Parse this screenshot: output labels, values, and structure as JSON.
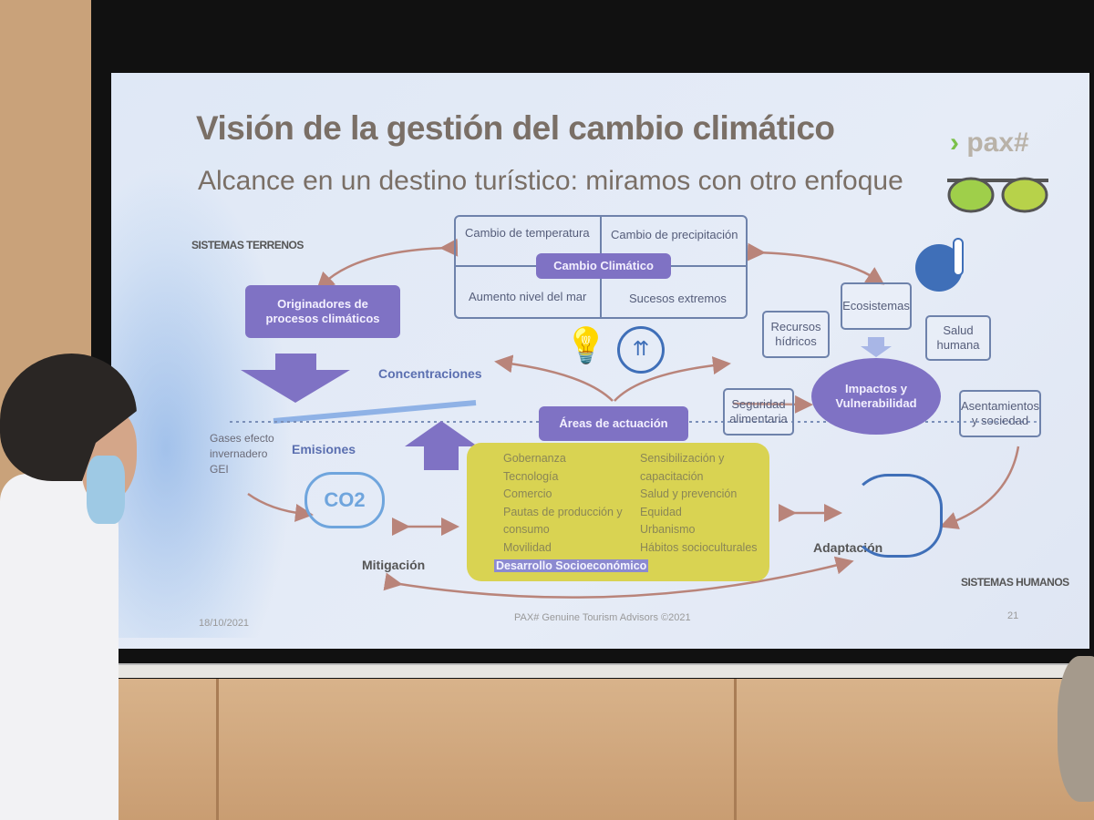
{
  "slide": {
    "title": "Visión de la gestión del cambio climático",
    "subtitle": "Alcance en un destino turístico: miramos con otro enfoque",
    "logo": "pax#",
    "sistemas_terrenos": "SISTEMAS TERRENOS",
    "sistemas_humanos": "SISTEMAS HUMANOS",
    "cambio_climatico": {
      "title": "Cambio Climático",
      "cells": [
        "Cambio de temperatura",
        "Cambio de precipitación",
        "Aumento nivel del mar",
        "Sucesos extremos"
      ]
    },
    "originadores": "Originadores de procesos climáticos",
    "concentraciones": "Concentraciones",
    "emisiones": "Emisiones",
    "gases": "Gases efecto invernadero GEI",
    "co2": "CO2",
    "mitigacion": "Mitigación",
    "areas": "Áreas de actuación",
    "desarrollo": "Desarrollo Socioeconómico",
    "list_left": [
      "Gobernanza",
      "Tecnología",
      "Comercio",
      "Pautas de producción y consumo",
      "Movilidad"
    ],
    "list_right": [
      "Sensibilización y capacitación",
      "Salud y prevención",
      "Equidad",
      "Urbanismo",
      "Hábitos socioculturales"
    ],
    "adaptacion": "Adaptación",
    "impactos": "Impactos y Vulnerabilidad",
    "ecosistemas": "Ecosistemas",
    "recursos": "Recursos hídricos",
    "salud": "Salud humana",
    "seguridad": "Seguridad alimentaria",
    "asentamientos": "Asentamientos y sociedad",
    "footer_date": "18/10/2021",
    "footer_center": "PAX# Genuine Tourism Advisors ©2021",
    "page_number": "21"
  },
  "colors": {
    "purple": "#7f72c4",
    "arrow": "#b9847a",
    "yellow": "#d9d352",
    "outline": "#6e82ab"
  }
}
